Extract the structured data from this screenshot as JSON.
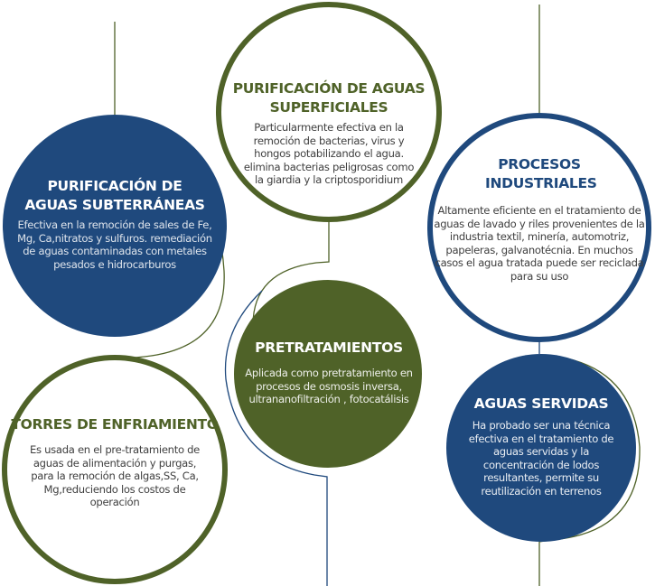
{
  "colors": {
    "blue": "#1f497d",
    "green": "#4f6228"
  },
  "nodes": [
    {
      "title": "PURIFICACIÓN DE AGUAS SUPERFICIALES",
      "body": "Particularmente efectiva en la remoción de bacterias, virus y hongos potabilizando el agua. elimina bacterias peligrosas como la giardia y la criptosporidium"
    },
    {
      "title": "PURIFICACIÓN DE AGUAS SUBTERRÁNEAS",
      "body": "Efectiva en la remoción de sales de Fe, Mg, Ca,nitratos y sulfuros. remediación  de aguas contaminadas con metales pesados e hidrocarburos"
    },
    {
      "title": "PROCESOS INDUSTRIALES",
      "body": "Altamente eficiente en el tratamiento de aguas de lavado y riles provenientes de la industria textil, minería, automotriz, papeleras, galvanotécnia. En muchos casos el agua tratada puede ser reciclada para su uso"
    },
    {
      "title": "PRETRATAMIENTOS",
      "body": "Aplicada como pretratamiento en procesos de osmosis inversa, ultrananofiltración , fotocatálisis"
    },
    {
      "title": "TORRES DE ENFRIAMIENTO",
      "body": "Es usada en el pre-tratamiento de aguas de alimentación y purgas, para la remoción de algas,SS, Ca, Mg,reduciendo los costos de operación"
    },
    {
      "title": "AGUAS SERVIDAS",
      "body": "Ha probado ser una técnica efectiva en el tratamiento de aguas servidas y  la concentración de lodos resultantes, permite su reutilización en terrenos"
    }
  ]
}
